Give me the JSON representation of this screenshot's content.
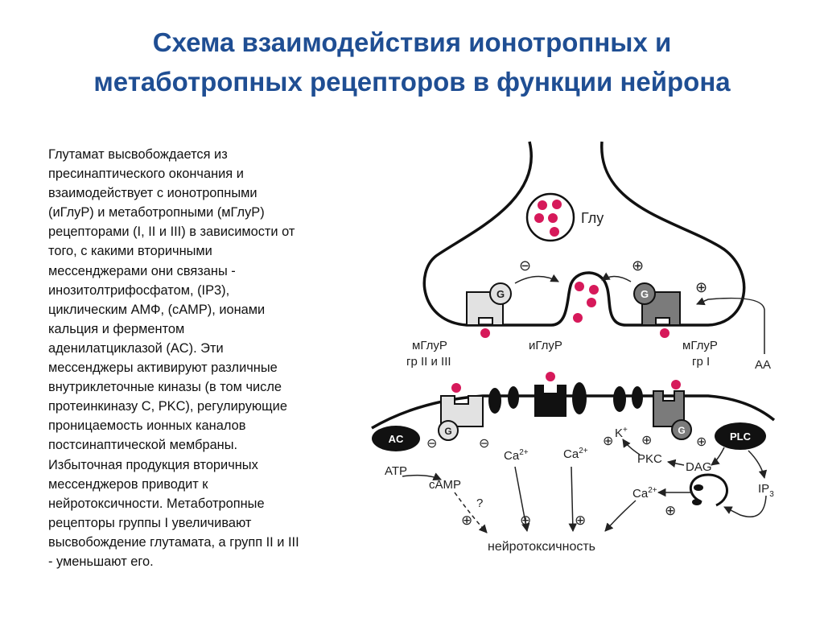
{
  "title": {
    "line1": "Схема взаимодействия ионотропных и",
    "line2": "метаботропных рецепторов в функции нейрона"
  },
  "text_lines": [
    "Глутамат высвобождается из",
    "пресинаптического окончания и",
    "взаимодействует с ионотропными",
    "(иГлуР) и метаботропными (мГлуР)",
    "рецепторами (I, II и III) в зависимости от",
    "того, с какими вторичными",
    "мессенджерами они связаны -",
    "инозитолтрифосфатом, (IP3),",
    "циклическим АМФ, (cAMP), ионами",
    "кальция и ферментом",
    "аденилатциклазой (AC). Эти",
    "мессенджеры активируют различные",
    "внутриклеточные киназы (в том числе",
    "протеинкиназу С, PKC), регулирующие",
    "проницаемость ионных каналов",
    "постсинаптической мембраны.",
    "Избыточная продукция вторичных",
    "мессенджеров приводит к",
    "нейротоксичности. Метаботропные",
    "рецепторы группы I увеличивают",
    "высвобождение глутамата, а групп II и III",
    "- уменьшают его."
  ],
  "diagram": {
    "glu": "Глу",
    "mglur_left": [
      "мГлуР",
      "гр II и III"
    ],
    "iglur": "иГлуР",
    "mglur_right": [
      "мГлуР",
      "гр I"
    ],
    "aa": "AA",
    "ac": "AC",
    "plc": "PLC",
    "g": "G",
    "atp": "ATP",
    "camp": "cAMP",
    "question": "?",
    "ca2": "Ca",
    "ca2_sup": "2+",
    "k": "K",
    "k_sup": "+",
    "pkc": "PKC",
    "dag": "DAG",
    "ip3": "IP",
    "ip3_sub": "3",
    "neurotox": "нейротоксичность",
    "plus": "⊕",
    "minus": "⊖",
    "colors": {
      "title": "#1f4e93",
      "glutamate": "#d6195a",
      "receptor_light": "#e2e2e2",
      "receptor_dark": "#7b7b7b",
      "black": "#111111"
    }
  }
}
